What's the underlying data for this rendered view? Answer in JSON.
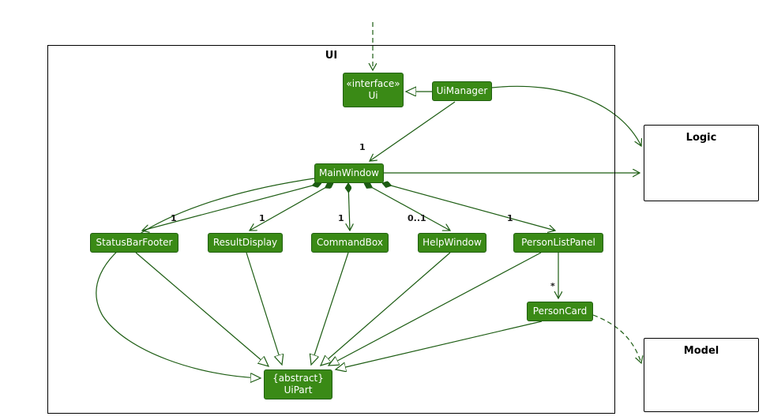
{
  "diagram": {
    "package": {
      "label": "UI"
    },
    "nodes": {
      "ui_interface": {
        "stereotype": "«interface»",
        "name": "Ui"
      },
      "ui_manager": {
        "name": "UiManager"
      },
      "main_window": {
        "name": "MainWindow"
      },
      "status_bar_footer": {
        "name": "StatusBarFooter"
      },
      "result_display": {
        "name": "ResultDisplay"
      },
      "command_box": {
        "name": "CommandBox"
      },
      "help_window": {
        "name": "HelpWindow"
      },
      "person_list_panel": {
        "name": "PersonListPanel"
      },
      "person_card": {
        "name": "PersonCard"
      },
      "ui_part": {
        "stereotype": "{abstract}",
        "name": "UiPart"
      }
    },
    "external": {
      "logic": {
        "name": "Logic"
      },
      "model": {
        "name": "Model"
      }
    },
    "multiplicities": {
      "uimanager_mainwindow": "1",
      "statusbarfooter": "1",
      "resultdisplay": "1",
      "commandbox": "1",
      "helpwindow": "0..1",
      "personlistpanel": "1",
      "personcard": "*"
    },
    "colors": {
      "node_fill": "#3a8a16",
      "node_border": "#20600f",
      "edge": "#1c5c12",
      "frame_border": "#000000"
    }
  }
}
